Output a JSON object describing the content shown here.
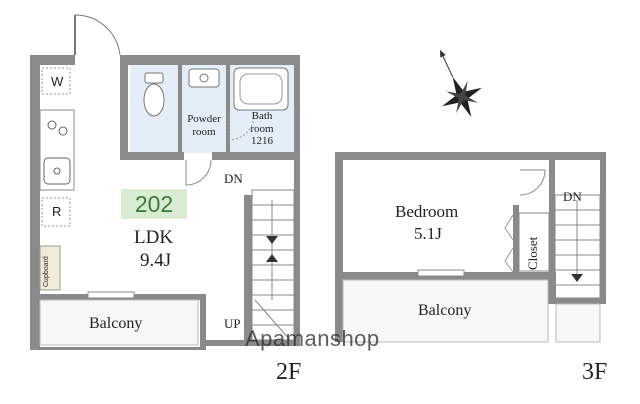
{
  "floor2": {
    "floor_label": "2F",
    "unit_number": "202",
    "ldk_label": "LDK",
    "ldk_size": "9.4J",
    "powder_room": "Powder\nroom",
    "bath_room": "Bath\nroom\n1216",
    "washer_mark": "W",
    "fridge_mark": "R",
    "cupboard": "Cupboard",
    "balcony": "Balcony",
    "down_label": "DN",
    "up_label": "UP"
  },
  "floor3": {
    "floor_label": "3F",
    "bedroom_label": "Bedroom",
    "bedroom_size": "5.1J",
    "closet": "Closet",
    "balcony": "Balcony",
    "down_label": "DN"
  },
  "watermark": "Apamanshop",
  "colors": {
    "wall": "#8a8a8a",
    "wet_area": "#e3eef8",
    "unit_badge_bg": "#d8ecd2",
    "unit_badge_text": "#3d7a3a",
    "cupboard_bg": "#f1ead7",
    "balcony_bg": "#f7f7f7"
  }
}
